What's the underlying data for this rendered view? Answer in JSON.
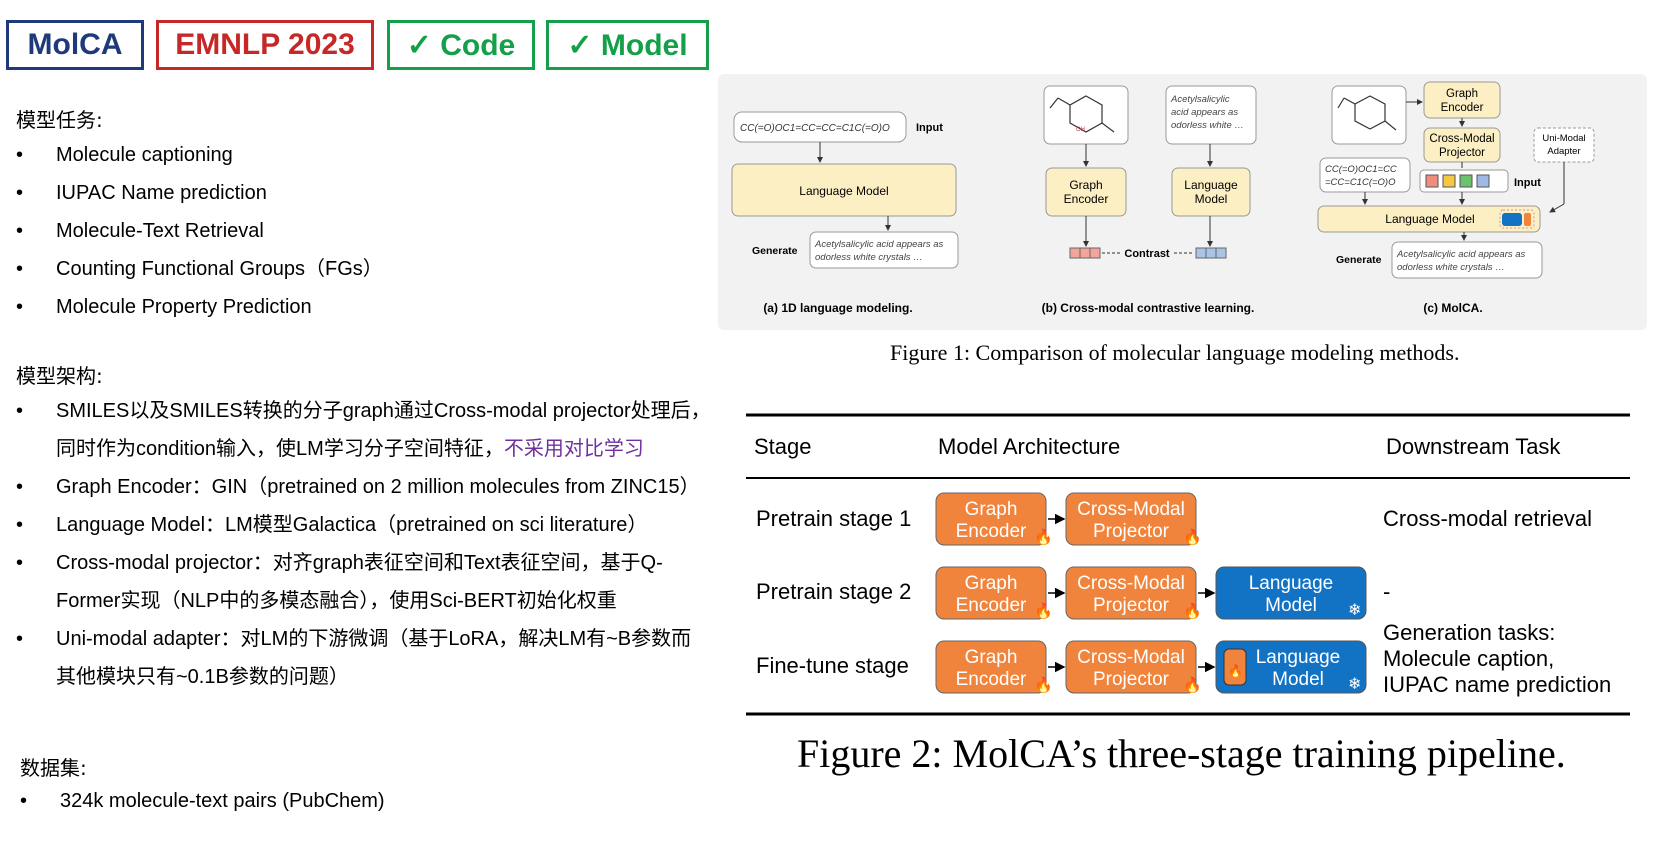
{
  "badges": {
    "name": "MolCA",
    "venue": "EMNLP 2023",
    "code": "✓ Code",
    "model": "✓ Model"
  },
  "tasks": {
    "title": "模型任务:",
    "items": [
      "Molecule captioning",
      "IUPAC Name prediction",
      "Molecule-Text Retrieval",
      "Counting Functional Groups（FGs）",
      "Molecule Property Prediction"
    ]
  },
  "arch": {
    "title": "模型架构:",
    "item1_a": "SMILES以及SMILES转换的分子graph通过Cross-modal projector处理后，",
    "item1_b": "同时作为condition输入，使LM学习分子空间特征，",
    "item1_highlight": "不采用对比学习",
    "item2": "Graph Encoder：GIN（pretrained on 2 million molecules from ZINC15）",
    "item3": "Language Model：LM模型Galactica（pretrained on sci literature）",
    "item4_a": "Cross-modal projector：对齐graph表征空间和Text表征空间，基于Q-",
    "item4_b": "Former实现（NLP中的多模态融合），使用Sci-BERT初始化权重",
    "item5_a": "Uni-modal adapter：对LM的下游微调（基于LoRA，解决LM有~B参数而",
    "item5_b": "其他模块只有~0.1B参数的问题）"
  },
  "dataset": {
    "title": "数据集:",
    "item": "324k molecule-text pairs (PubChem)"
  },
  "figure1": {
    "caption": "Figure 1: Comparison of molecular language modeling methods.",
    "a": {
      "smiles": "CC(=O)OC1=CC=CC=C1C(=O)O",
      "input": "Input",
      "lm": "Language Model",
      "generate": "Generate",
      "out1": "Acetylsalicylic acid appears as",
      "out2": "odorless white crystals …",
      "label": "(a) 1D language modeling."
    },
    "b": {
      "text1": "Acetylsalicylic",
      "text2": "acid appears as",
      "text3": "odorless white …",
      "graph_enc1": "Graph",
      "graph_enc2": "Encoder",
      "lm1": "Language",
      "lm2": "Model",
      "contrast": "Contrast",
      "label": "(b) Cross-modal contrastive learning."
    },
    "c": {
      "graph_enc1": "Graph",
      "graph_enc2": "Encoder",
      "proj1": "Cross-Modal",
      "proj2": "Projector",
      "adapter1": "Uni-Modal",
      "adapter2": "Adapter",
      "smiles1": "CC(=O)OC1=CC",
      "smiles2": "=CC=C1C(=O)O",
      "input": "Input",
      "lm": "Language Model",
      "generate": "Generate",
      "out1": "Acetylsalicylic acid appears as",
      "out2": "odorless white crystals …",
      "label": "(c) MolCA."
    }
  },
  "figure2": {
    "caption": "Figure 2: MolCA’s three-stage training pipeline.",
    "headers": {
      "stage": "Stage",
      "arch": "Model Architecture",
      "task": "Downstream Task"
    },
    "graph1": "Graph",
    "graph2": "Encoder",
    "proj1": "Cross-Modal",
    "proj2": "Projector",
    "lm1": "Language",
    "lm2": "Model",
    "rows": [
      {
        "stage": "Pretrain stage 1",
        "task1": "Cross-modal retrieval",
        "task2": "",
        "task3": ""
      },
      {
        "stage": "Pretrain stage 2",
        "task1": "-",
        "task2": "",
        "task3": ""
      },
      {
        "stage": "Fine-tune stage",
        "task1": "Generation tasks:",
        "task2": "Molecule caption,",
        "task3": "IUPAC name prediction"
      }
    ]
  },
  "colors": {
    "orange": "#f0843c",
    "blue": "#1273c5",
    "yellow": "#fcefc3",
    "purple": "#7030a0"
  }
}
